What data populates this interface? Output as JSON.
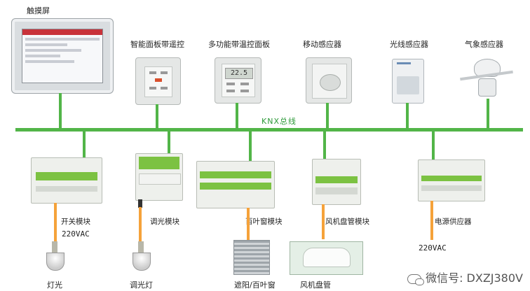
{
  "bus": {
    "label": "KNX总线"
  },
  "top_devices": [
    {
      "label": "触摸屏"
    },
    {
      "label": "智能面板带遥控"
    },
    {
      "label": "多功能带温控面板"
    },
    {
      "label": "移动感应器"
    },
    {
      "label": "光线感应器"
    },
    {
      "label": "气象感应器"
    }
  ],
  "bottom_modules": [
    {
      "label": "开关模块",
      "voltage": "220VAC",
      "load": "灯光"
    },
    {
      "label": "调光模块",
      "load": "调光灯"
    },
    {
      "label": "百叶窗模块",
      "load": "遮阳/百叶窗"
    },
    {
      "label": "风机盘管模块",
      "load": "风机盘管"
    },
    {
      "label": "电源供应器",
      "voltage": "220VAC"
    }
  ],
  "panel_display": {
    "temp": "22.5"
  },
  "watermark": {
    "text": "微信号: DXZJ380V"
  },
  "colors": {
    "bus": "#52b548",
    "power_line": "#f5a23a"
  }
}
